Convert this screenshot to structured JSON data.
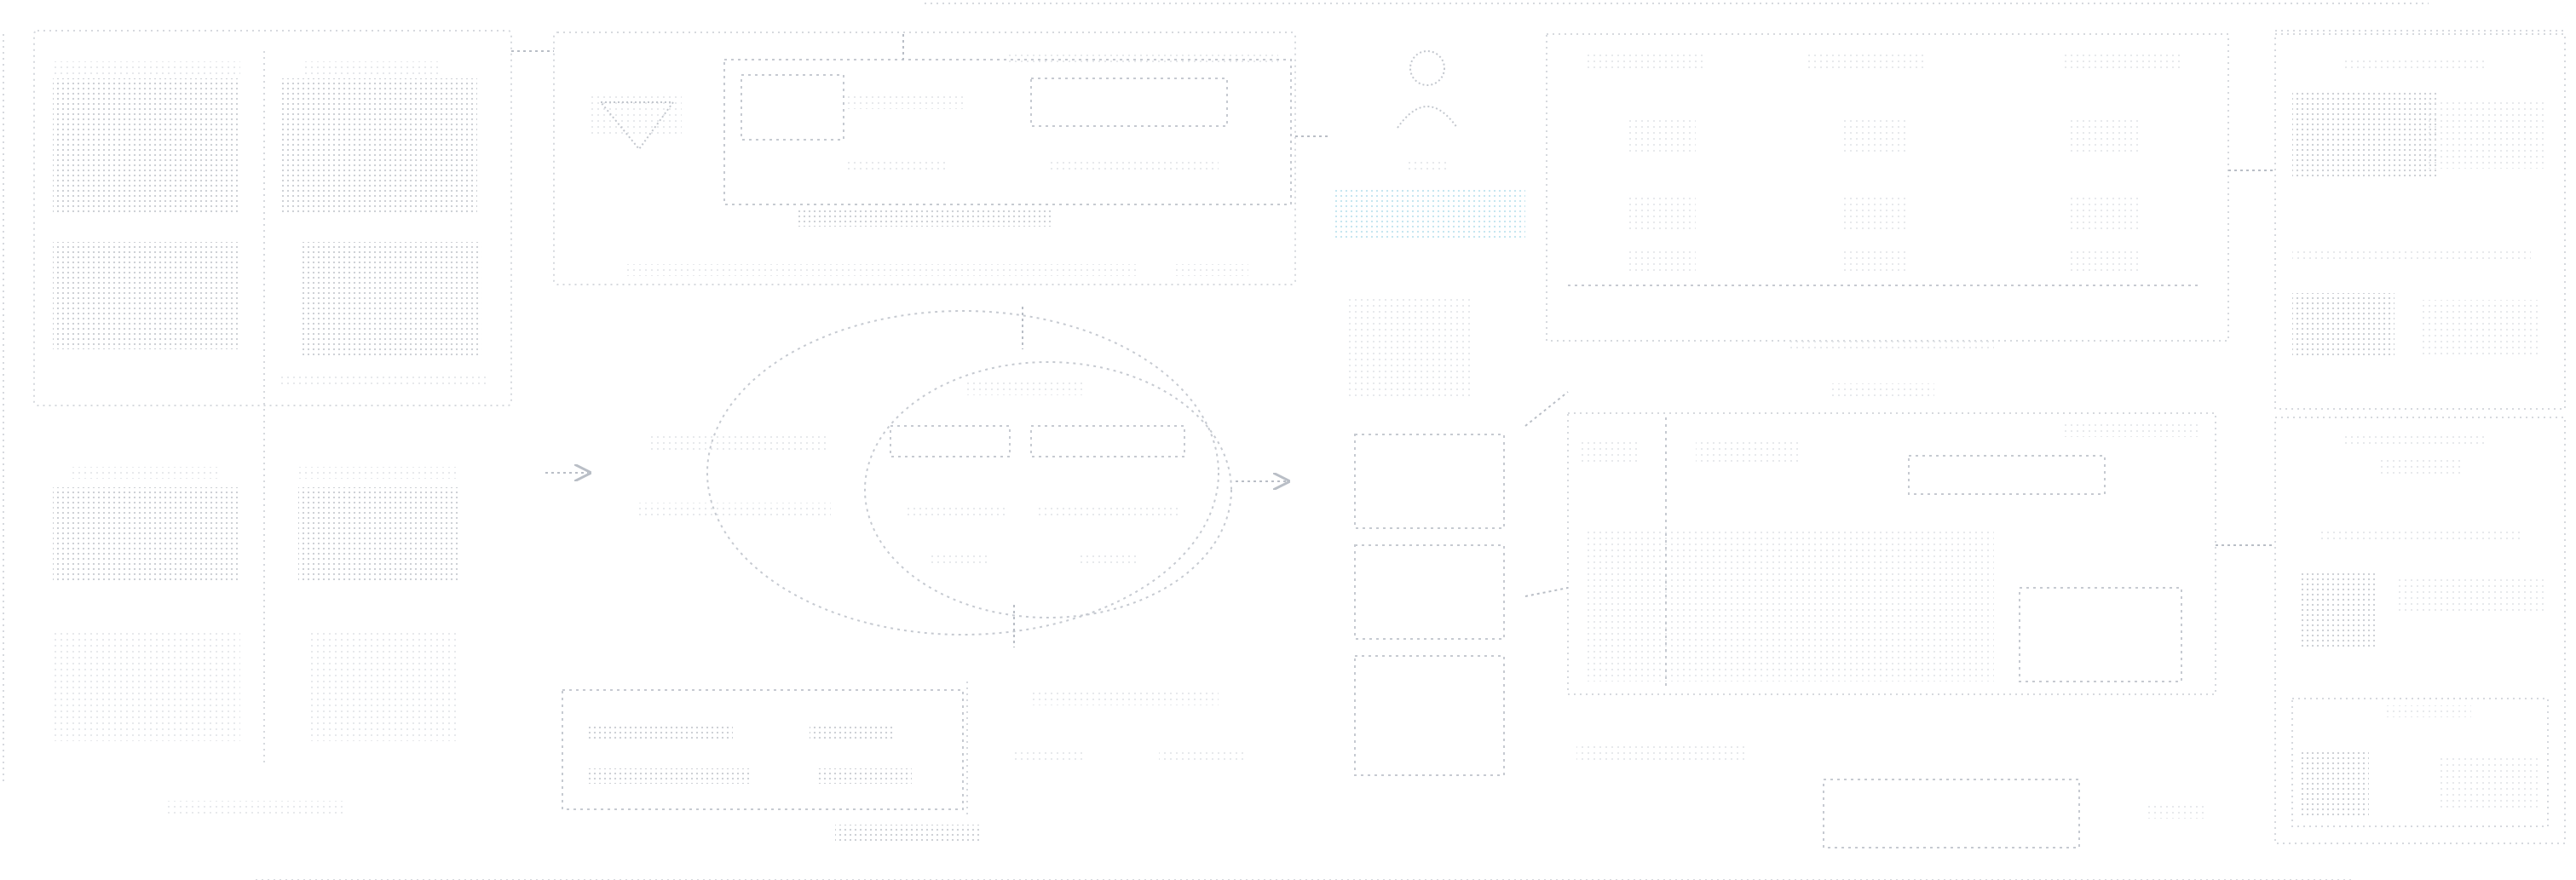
{
  "figure": {
    "panels": [
      {
        "id": "left-data-panel"
      },
      {
        "id": "pipeline-panel"
      },
      {
        "id": "model-panel"
      },
      {
        "id": "network-panel"
      },
      {
        "id": "results-panel"
      }
    ]
  }
}
